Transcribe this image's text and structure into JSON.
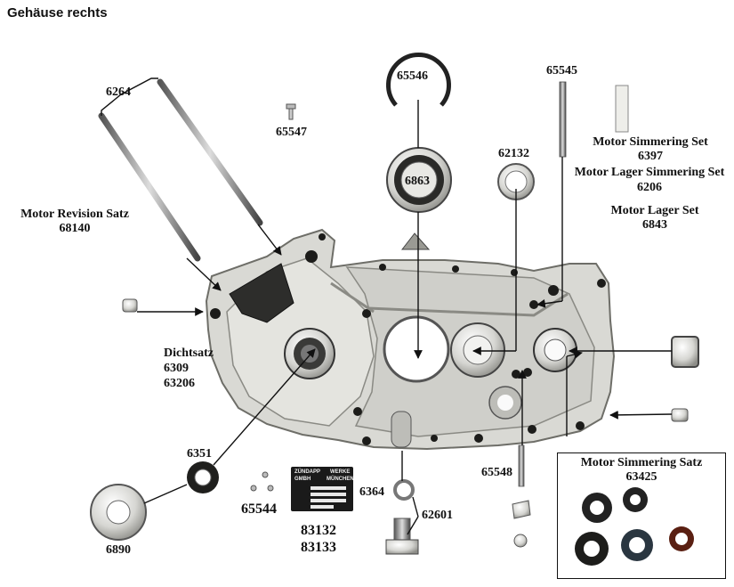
{
  "title": "Gehäuse rechts",
  "labels": {
    "p6264": "6264",
    "p65547": "65547",
    "p65546": "65546",
    "p6863": "6863",
    "p62132": "62132",
    "p65545": "65545",
    "simmering_set_name": "Motor Simmering Set",
    "simmering_set_no": "6397",
    "lager_simmering_name": "Motor Lager Simmering Set",
    "lager_simmering_no": "6206",
    "lager_set_name": "Motor Lager Set",
    "lager_set_no": "6843",
    "revision_name": "Motor Revision Satz",
    "revision_no": "68140",
    "dichtsatz_name": "Dichtsatz",
    "dichtsatz_no1": "6309",
    "dichtsatz_no2": "63206",
    "p6351": "6351",
    "p6890": "6890",
    "p65544": "65544",
    "p83132": "83132",
    "p83133": "83133",
    "p6364": "6364",
    "p62601": "62601",
    "p65548": "65548",
    "simmering_satz_name": "Motor Simmering Satz",
    "simmering_satz_no": "63425"
  },
  "nameplate": {
    "brand_left": "ZÜNDAPP",
    "brand_right": "WERKE",
    "line2_left": "GMBH",
    "line2_right": "MÜNCHEN"
  },
  "colors": {
    "ink": "#111111",
    "casting": "#d9d9d4",
    "casting_dark": "#8a8a84",
    "seal": "#222222",
    "seal_red": "#5a1f12"
  }
}
